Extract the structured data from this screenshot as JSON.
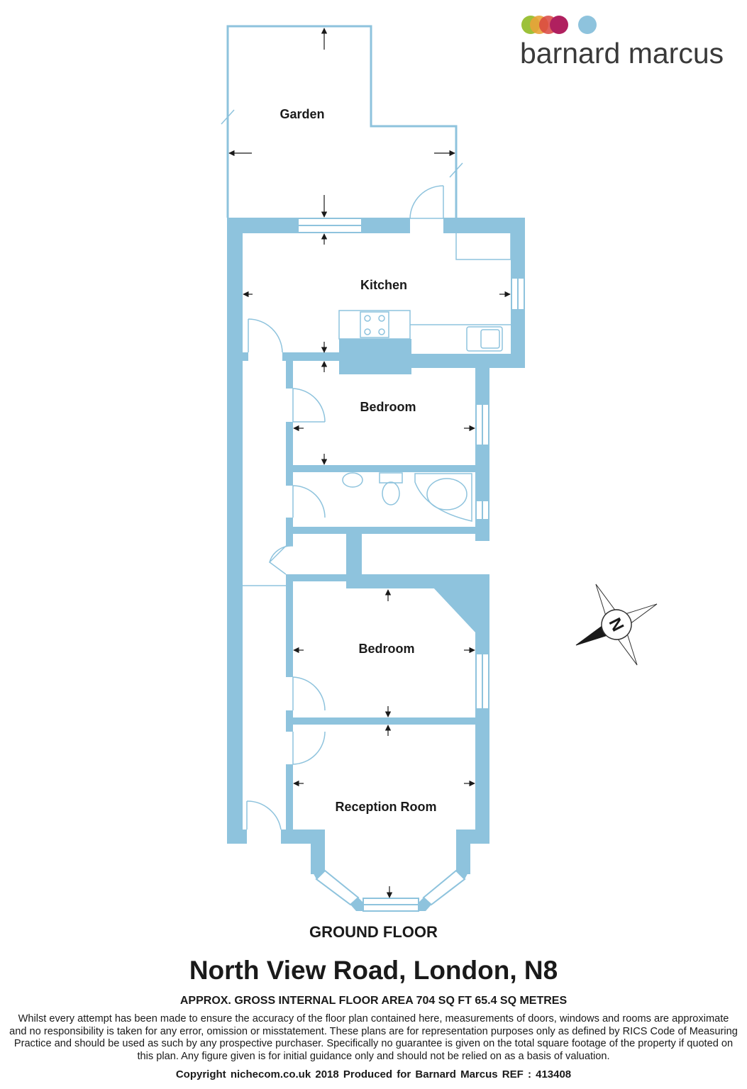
{
  "brand": {
    "name": "barnard marcus",
    "dot_colors": [
      "#9cc13a",
      "#e9a33a",
      "#d9453f",
      "#b0205f",
      "#8ec3dd"
    ]
  },
  "colors": {
    "wall": "#8ec3dd",
    "text": "#1a1a1a"
  },
  "rooms": {
    "garden": "Garden",
    "kitchen": "Kitchen",
    "bedroom_1": "Bedroom",
    "bedroom_2": "Bedroom",
    "reception": "Reception Room"
  },
  "compass": {
    "letter": "N"
  },
  "floor_title": "GROUND FLOOR",
  "address": "North View Road, London, N8",
  "area": "APPROX. GROSS INTERNAL FLOOR AREA 704 SQ FT 65.4 SQ METRES",
  "disclaimer": "Whilst every attempt has been made to ensure the accuracy of the floor plan contained here, measurements of doors, windows and rooms are approximate and no responsibility is taken for any error, omission or misstatement. These plans are for representation purposes only as defined by RICS Code of Measuring Practice and should be used as such by any prospective purchaser.  Specifically no guarantee is given on the total square footage of the property if quoted on this plan. Any figure given is for initial guidance only and should not be relied on as a basis of valuation.",
  "footer": "Copyright nichecom.co.uk 2018   Produced for Barnard Marcus   REF : 413408"
}
